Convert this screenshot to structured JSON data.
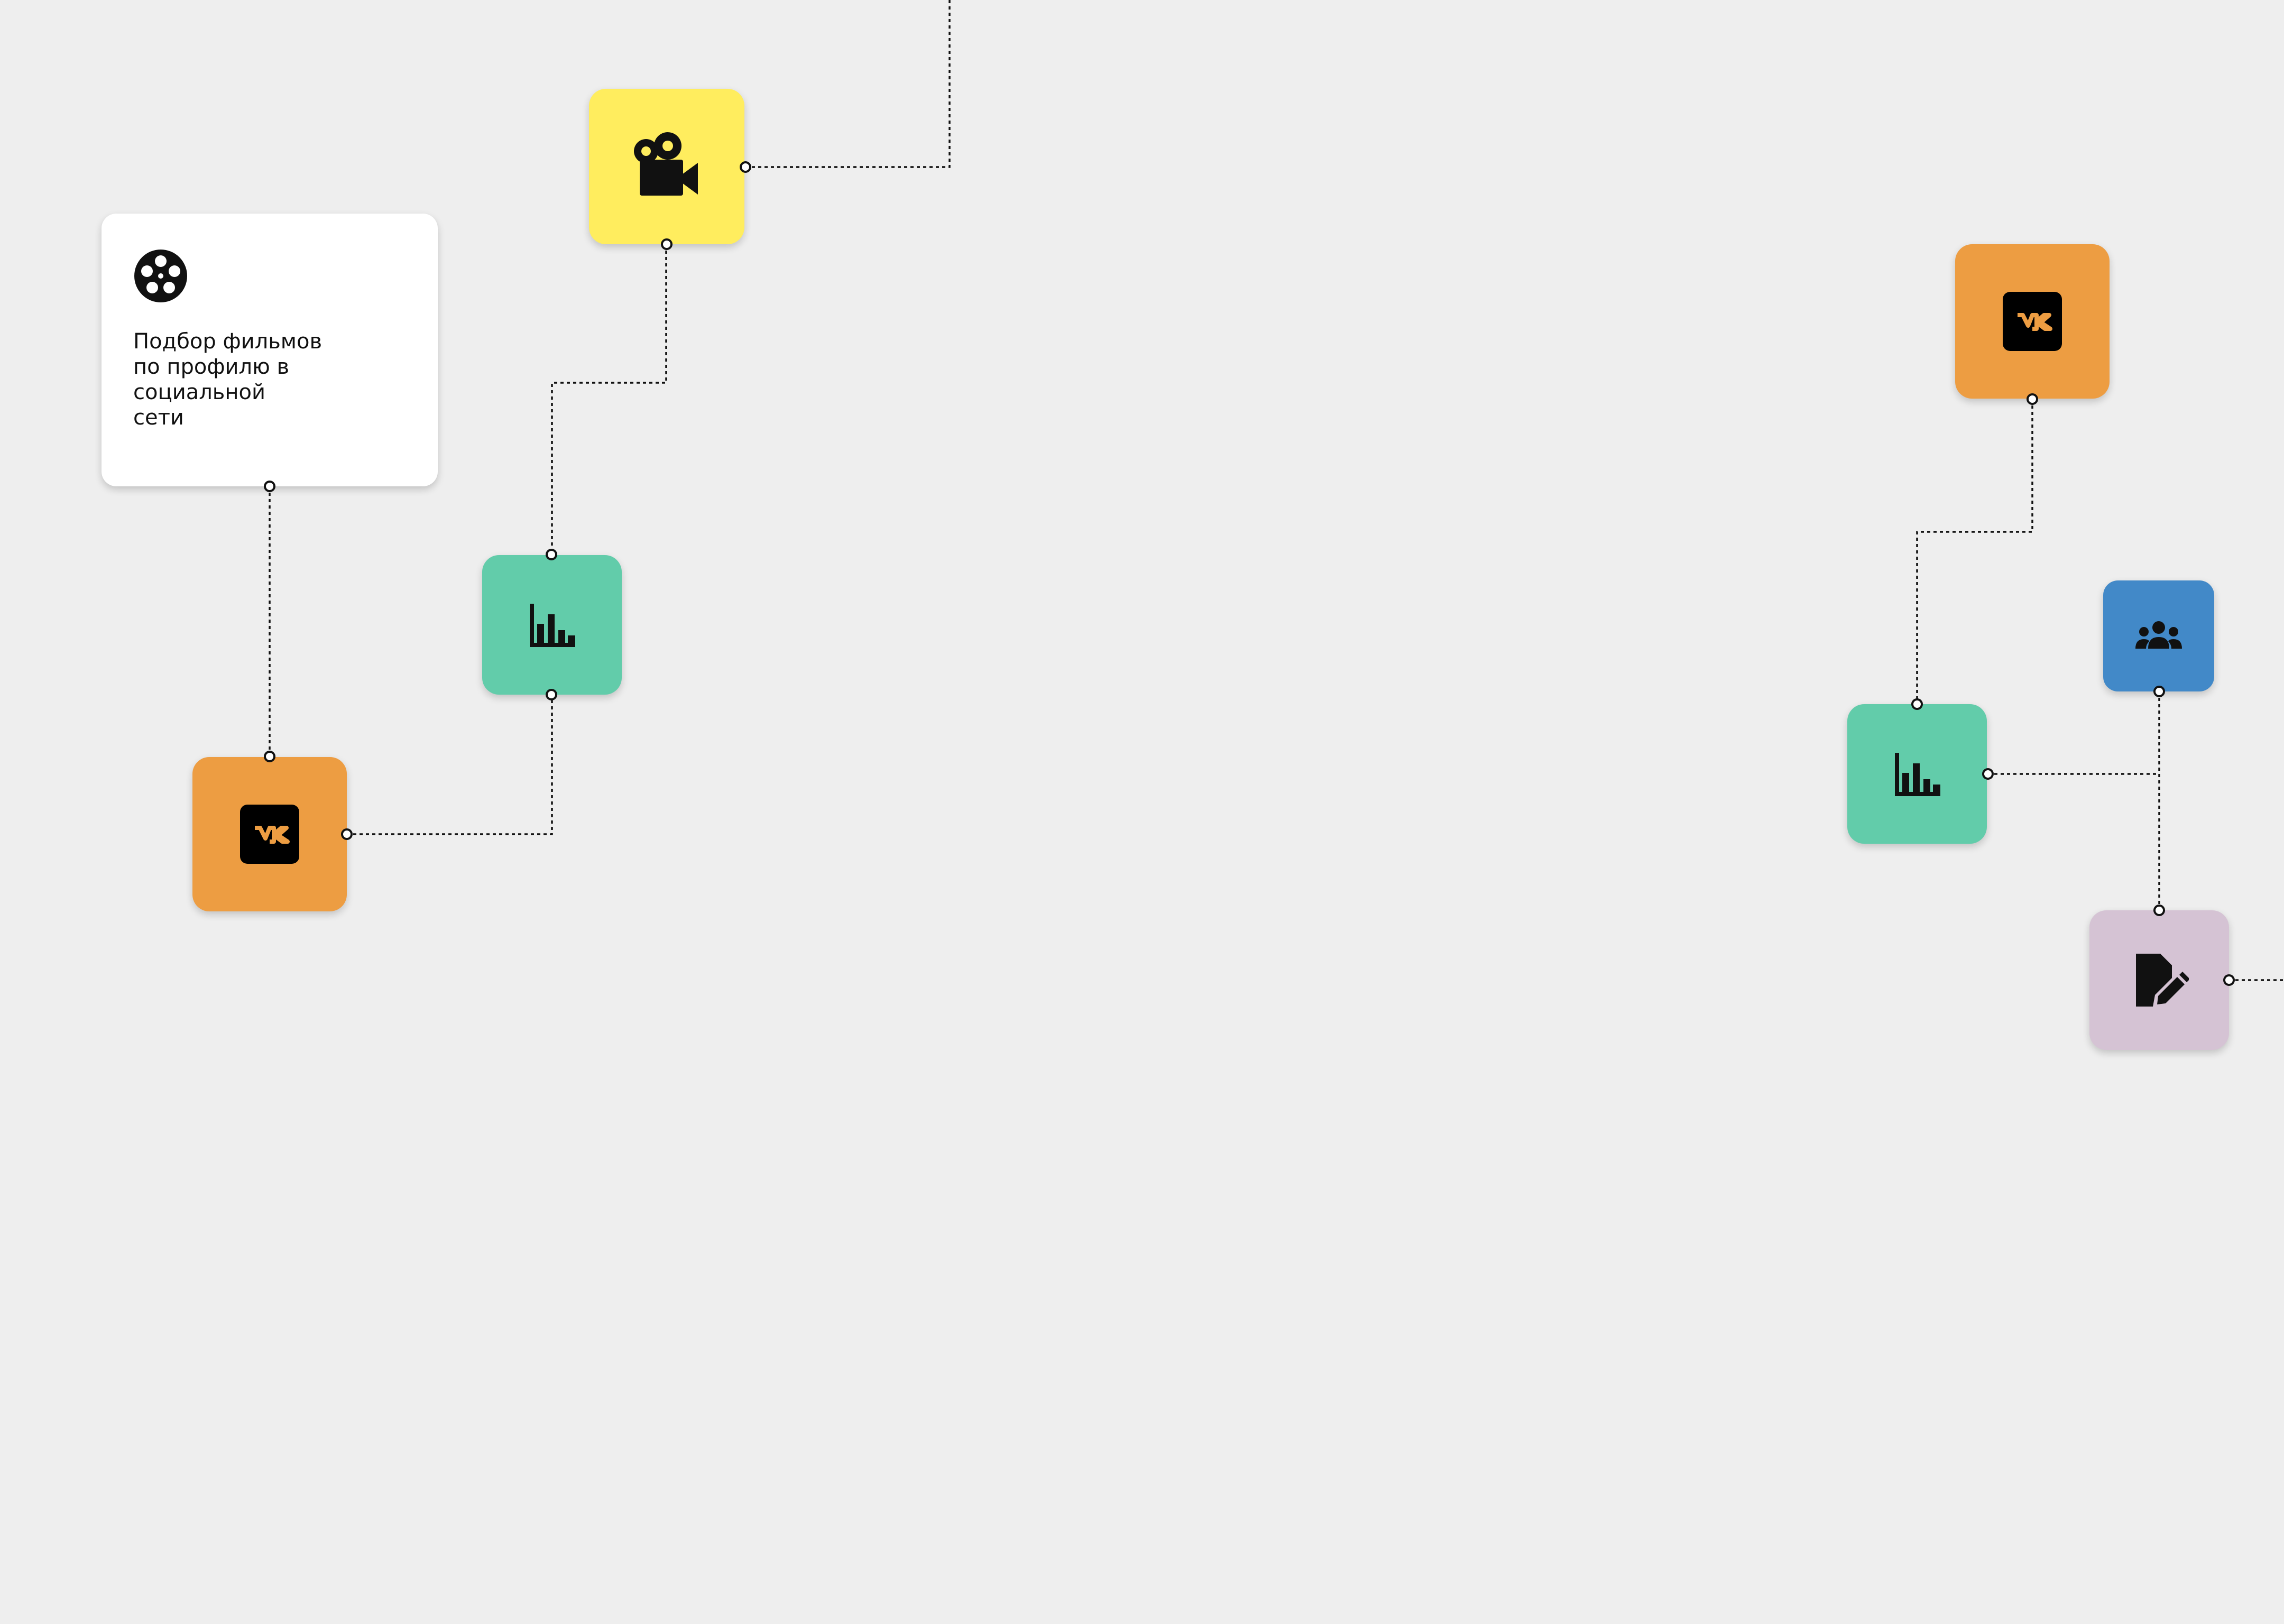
{
  "card": {
    "title": "Подбор фильмов\nпо профилю в\nсоциальной\nсети",
    "icon": "film-reel-icon"
  },
  "nodes": [
    {
      "name": "node-movie-camera",
      "icon": "movie-camera-icon",
      "color": "#ffed5e"
    },
    {
      "name": "node-analytics-1",
      "icon": "bar-chart-icon",
      "color": "#62ccaa"
    },
    {
      "name": "node-vk-1",
      "icon": "vk-logo-icon",
      "color": "#ed9d42"
    },
    {
      "name": "node-vk-2",
      "icon": "vk-logo-icon",
      "color": "#ed9d42"
    },
    {
      "name": "node-analytics-2",
      "icon": "bar-chart-icon",
      "color": "#62ccaa"
    },
    {
      "name": "node-group",
      "icon": "group-icon",
      "color": "#4289c8"
    },
    {
      "name": "node-edit-doc",
      "icon": "edit-document-icon",
      "color": "#d5c3d4"
    }
  ],
  "colors": {
    "background": "#eeeeee",
    "connector": "#111111",
    "vk_badge_bg": "#000000",
    "vk_letters": "#ed9d42"
  }
}
